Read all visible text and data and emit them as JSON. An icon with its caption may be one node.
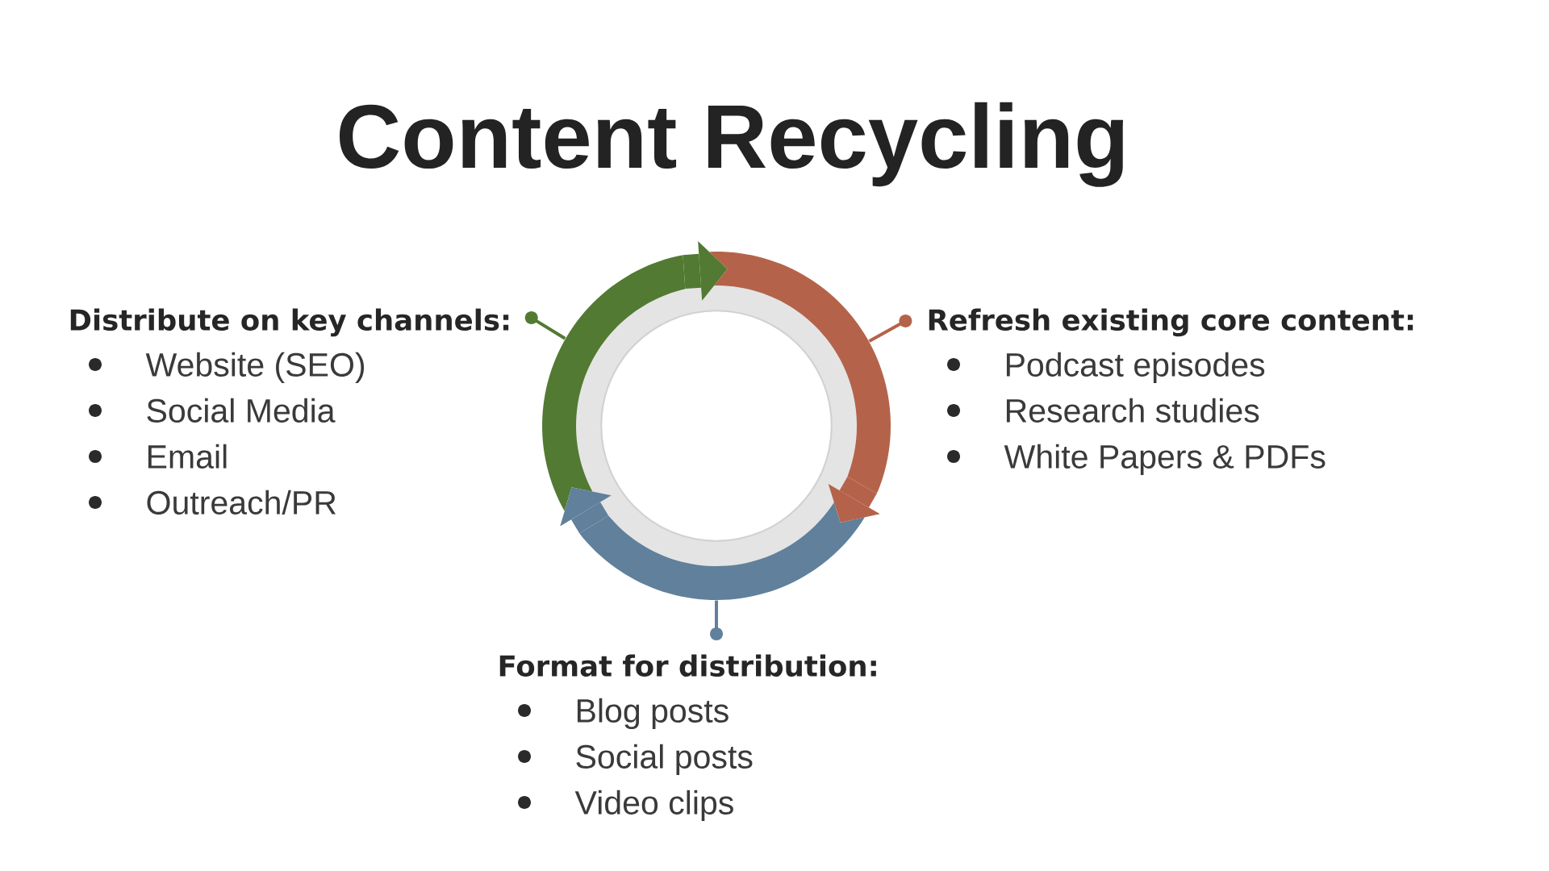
{
  "diagram": {
    "title": "Content Recycling",
    "nodes": [
      {
        "text": [
          "Distribute on key channels:",
          "Website (SEO)",
          "Social Media",
          "Email",
          "Outreach/PR"
        ]
      },
      {
        "text": [
          "Refresh existing core content:",
          "Podcast episodes",
          "Research studies",
          "White Papers & PDFs"
        ]
      },
      {
        "text": [
          "Format for distribution:",
          "Blog posts",
          "Social posts",
          "Video clips"
        ]
      },
      {
        "text": [],
        "shape": "arc"
      },
      {
        "text": [],
        "shape": "arc"
      },
      {
        "text": [],
        "shape": "arc"
      }
    ],
    "edges": [
      {
        "from": 0,
        "to": 3,
        "arrow": "other",
        "color": "#527a32"
      },
      {
        "from": 1,
        "to": 4,
        "arrow": "other",
        "color": "#b4634a"
      },
      {
        "from": 2,
        "to": 5,
        "arrow": "other",
        "color": "#60809c"
      },
      {
        "from": 3,
        "to": 4,
        "arrow": "to",
        "style": "thick",
        "color": "#527a32"
      },
      {
        "from": 4,
        "to": 5,
        "arrow": "to",
        "style": "thick",
        "color": "#b4634a"
      },
      {
        "from": 5,
        "to": 3,
        "arrow": "to",
        "style": "thick",
        "color": "#60809c"
      }
    ]
  }
}
